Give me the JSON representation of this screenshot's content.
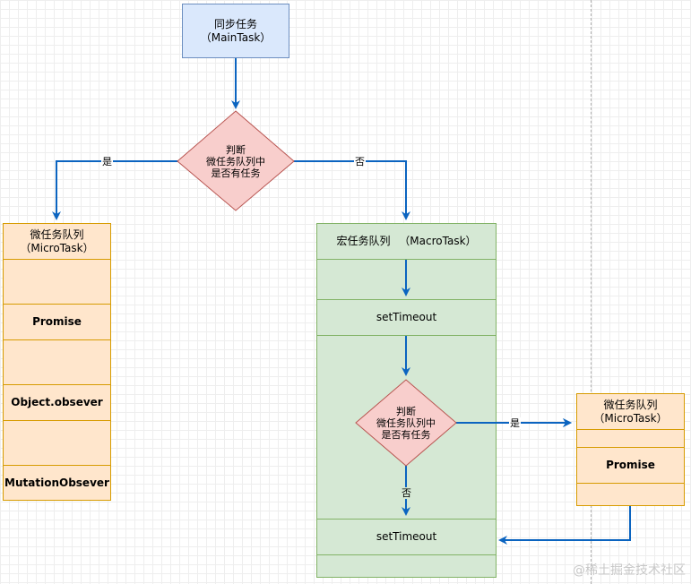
{
  "main_task": {
    "line1": "同步任务",
    "line2": "（MainTask）"
  },
  "decision_top": {
    "line1": "判断",
    "line2": "微任务队列中",
    "line3": "是否有任务"
  },
  "label_yes": "是",
  "label_no": "否",
  "micro_queue_left": {
    "header_line1": "微任务队列",
    "header_line2": "（MicroTask）",
    "items": [
      "Promise",
      "Object.obsever",
      "MutationObsever"
    ]
  },
  "macro_queue": {
    "header": "宏任务队列 　（MacroTask）",
    "set_timeout_1": "setTimeout",
    "set_timeout_2": "setTimeout"
  },
  "decision_inner": {
    "line1": "判断",
    "line2": "微任务队列中",
    "line3": "是否有任务"
  },
  "micro_queue_right": {
    "header_line1": "微任务队列",
    "header_line2": "（MicroTask）",
    "item": "Promise"
  },
  "watermark": "@稀土掘金技术社区",
  "colors": {
    "arrow": "#0b64c0",
    "blue_fill": "#dae8fc",
    "orange_fill": "#ffe6cc",
    "green_fill": "#d5e8d4",
    "diamond_fill": "#f8cecc"
  }
}
